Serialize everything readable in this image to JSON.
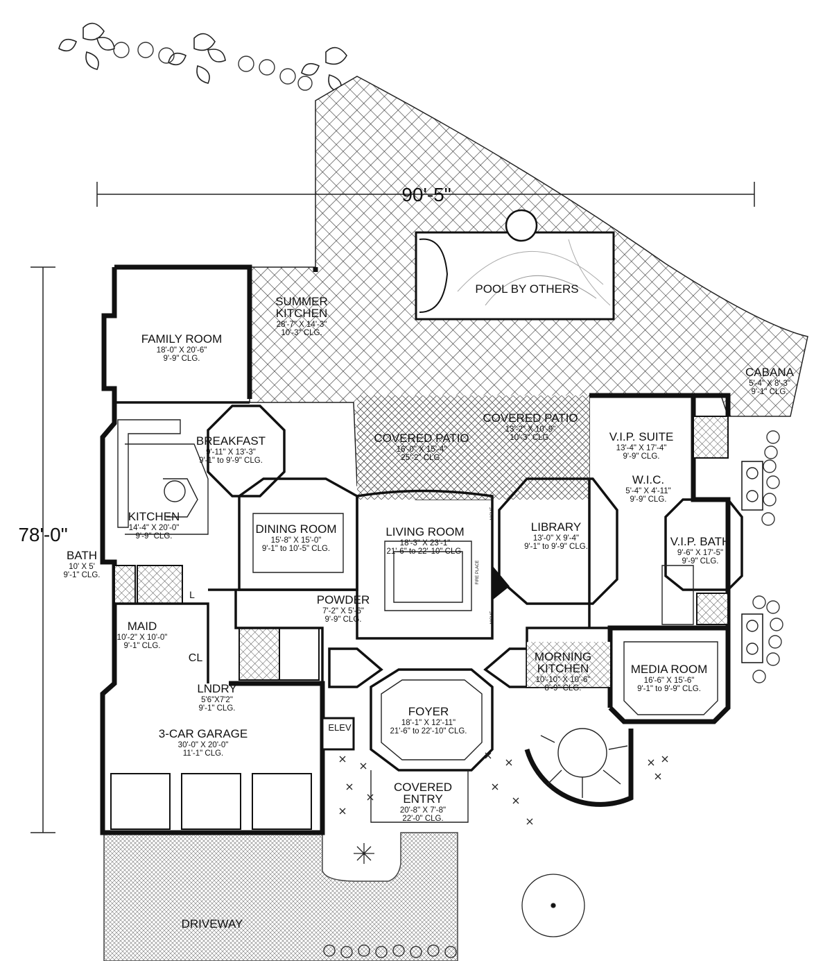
{
  "dimensions": {
    "width": "90'-5\"",
    "depth": "78'-0\""
  },
  "rooms": [
    {
      "id": "pool",
      "name": "POOL BY OTHERS",
      "dims": "",
      "clg": ""
    },
    {
      "id": "summer_kitchen",
      "name": "SUMMER\nKITCHEN",
      "dims": "28'-7\" X 14'-3\"",
      "clg": "10'-3\" CLG."
    },
    {
      "id": "family_room",
      "name": "FAMILY ROOM",
      "dims": "18'-0\" X 20'-6\"",
      "clg": "9'-9\" CLG."
    },
    {
      "id": "cabana",
      "name": "CABANA",
      "dims": "5'-4\" X 8'-3\"",
      "clg": "9'-1\" CLG."
    },
    {
      "id": "covered_patio_right",
      "name": "COVERED PATIO",
      "dims": "13'-2\" X 10'-9\"",
      "clg": "10'-3\" CLG."
    },
    {
      "id": "covered_patio_center",
      "name": "COVERED PATIO",
      "dims": "16'-0\" X 15'-4\"",
      "clg": "25'-2\" CLG."
    },
    {
      "id": "vip_suite",
      "name": "V.I.P. SUITE",
      "dims": "13'-4\" X 17'-4\"",
      "clg": "9'-9\" CLG."
    },
    {
      "id": "breakfast",
      "name": "BREAKFAST",
      "dims": "9'-11\" X 13'-3\"",
      "clg": "9'-1\" to 9'-9\" CLG."
    },
    {
      "id": "wic",
      "name": "W.I.C.",
      "dims": "5'-4\" X 4'-11\"",
      "clg": "9'-9\" CLG."
    },
    {
      "id": "kitchen",
      "name": "KITCHEN",
      "dims": "14'-4\" X 20'-0\"",
      "clg": "9'-9\" CLG."
    },
    {
      "id": "dining_room",
      "name": "DINING ROOM",
      "dims": "15'-8\" X 15'-0\"",
      "clg": "9'-1\" to 10'-5\" CLG."
    },
    {
      "id": "living_room",
      "name": "LIVING ROOM",
      "dims": "18'-3\" X 23'-1\"",
      "clg": "21'-6\" to 22'-10\" CLG."
    },
    {
      "id": "library",
      "name": "LIBRARY",
      "dims": "13'-0\" X 9'-4\"",
      "clg": "9'-1\" to 9'-9\" CLG."
    },
    {
      "id": "vip_bath",
      "name": "V.I.P. BATH",
      "dims": "9'-6\" X 17'-5\"",
      "clg": "9'-9\" CLG."
    },
    {
      "id": "bath",
      "name": "BATH",
      "dims": "10' X 5'",
      "clg": "9'-1\" CLG."
    },
    {
      "id": "powder",
      "name": "POWDER",
      "dims": "7'-2\" X 5'-6\"",
      "clg": "9'-9\" CLG."
    },
    {
      "id": "maid",
      "name": "MAID",
      "dims": "10'-2\" X 10'-0\"",
      "clg": "9'-1\" CLG."
    },
    {
      "id": "morning_kitchen",
      "name": "MORNING\nKITCHEN",
      "dims": "10'-10\" X 10'-6\"",
      "clg": "8'-9\" CLG."
    },
    {
      "id": "media_room",
      "name": "MEDIA ROOM",
      "dims": "16'-6\" X 15'-6\"",
      "clg": "9'-1\" to 9'-9\" CLG."
    },
    {
      "id": "lndry",
      "name": "LNDRY",
      "dims": "5'6\"X7'2\"",
      "clg": "9'-1\" CLG."
    },
    {
      "id": "foyer",
      "name": "FOYER",
      "dims": "18'-1\" X 12'-11\"",
      "clg": "21'-6\" to 22'-10\" CLG."
    },
    {
      "id": "garage",
      "name": "3-CAR GARAGE",
      "dims": "30'-0\" X 20'-0\"",
      "clg": "11'-1\" CLG."
    },
    {
      "id": "covered_entry",
      "name": "COVERED\nENTRY",
      "dims": "20'-8\" X 7'-8\"",
      "clg": "22'-0\" CLG."
    },
    {
      "id": "driveway",
      "name": "DRIVEWAY",
      "dims": "",
      "clg": ""
    }
  ],
  "small_labels": {
    "cl": "CL",
    "l": "L",
    "elev": "ELEV",
    "niche1": "NICHE",
    "niche2": "NICHE",
    "fireplace": "FIRE PLACE"
  }
}
